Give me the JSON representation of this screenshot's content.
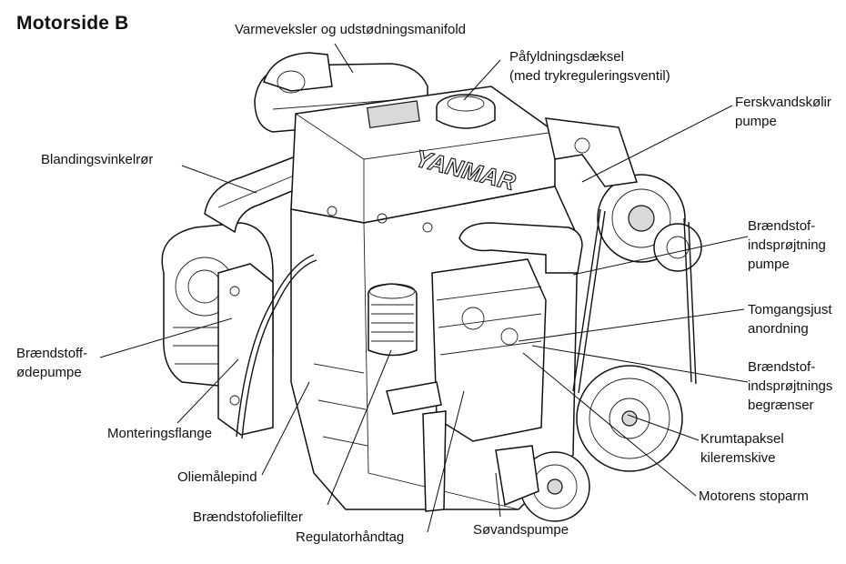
{
  "title": "Motorside B",
  "brand": "YANMAR",
  "labels": {
    "varmeveksler": "Varmeveksler og udstødningsmanifold",
    "pafyldning_1": "Påfyldningsdæksel",
    "pafyldning_2": "(med trykreguleringsventil)",
    "ferskvand_1": "Ferskvandskølir",
    "ferskvand_2": "pumpe",
    "blandings": "Blandingsvinkelrør",
    "braendstof_pumpe_1": "Brændstof-",
    "braendstof_pumpe_2": "indsprøjtning",
    "braendstof_pumpe_3": "pumpe",
    "tomgang_1": "Tomgangsjust",
    "tomgang_2": "anordning",
    "foedepumpe_1": "Brændstoff-",
    "foedepumpe_2": "ødepumpe",
    "begraenser_1": "Brændstof-",
    "begraenser_2": "indsprøjtnings",
    "begraenser_3": "begrænser",
    "monteringsflange": "Monteringsflange",
    "krumtap_1": "Krumtapaksel",
    "krumtap_2": "kileremskive",
    "oliemaalepind": "Oliemålepind",
    "stoparm": "Motorens stoparm",
    "oliefilter": "Brændstofoliefilter",
    "soevandspumpe": "Søvandspumpe",
    "regulator": "Regulatorhåndtag"
  }
}
